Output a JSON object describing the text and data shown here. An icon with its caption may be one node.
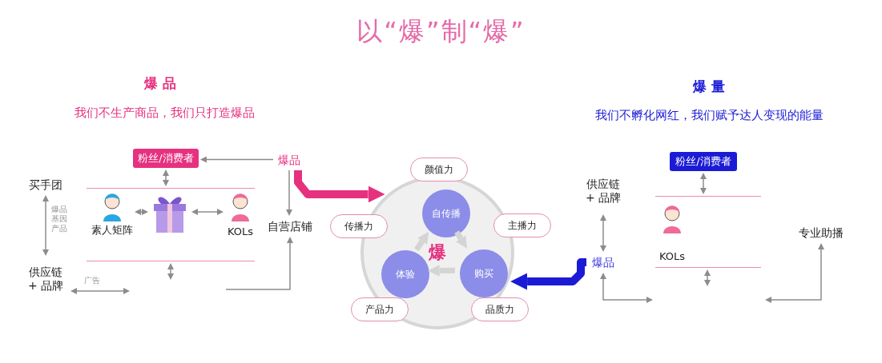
{
  "diagram": {
    "title": "以“爆”制“爆”",
    "nodes": [
      {
        "text": [
          "粉丝/消费者"
        ]
      },
      {
        "text": [
          "爆品"
        ]
      },
      {
        "text": [
          "买手团"
        ]
      },
      {
        "text": [
          "供应链 + 品牌"
        ]
      },
      {
        "text": [
          "自营店铺"
        ]
      },
      {
        "text": [],
        "shape": "band"
      },
      {
        "text": [
          "素人矩阵"
        ],
        "in": 5
      },
      {
        "text": [],
        "shape": "picture",
        "in": 5
      },
      {
        "text": [
          "KOLs"
        ],
        "in": 5
      },
      {
        "text": [
          "爆"
        ]
      },
      {
        "text": [
          "自传播"
        ],
        "in": 9
      },
      {
        "text": [
          "体验"
        ],
        "in": 9
      },
      {
        "text": [
          "购买"
        ],
        "in": 9
      },
      {
        "text": [
          "颜值力"
        ]
      },
      {
        "text": [
          "传播力"
        ]
      },
      {
        "text": [
          "主播力"
        ]
      },
      {
        "text": [
          "产品力"
        ]
      },
      {
        "text": [
          "品质力"
        ]
      },
      {
        "text": [
          "粉丝/消费者"
        ]
      },
      {
        "text": [
          "供应链 + 品牌"
        ]
      },
      {
        "text": [
          "爆品"
        ]
      },
      {
        "text": [],
        "shape": "band"
      },
      {
        "text": [
          "KOLs"
        ],
        "in": 21
      },
      {
        "text": [
          "专业助播"
        ]
      }
    ],
    "edges": [
      {
        "from": 1,
        "to": 0,
        "arrow": "to"
      },
      {
        "from": 1,
        "to": 4,
        "arrow": "to"
      },
      {
        "from": 0,
        "to": 5,
        "arrow": "both"
      },
      {
        "from": 6,
        "to": 7,
        "arrow": "both"
      },
      {
        "from": 7,
        "to": 8,
        "arrow": "both"
      },
      {
        "from": 2,
        "to": 3,
        "arrow": "both",
        "label": "爆品基因产品"
      },
      {
        "from": 3,
        "to": null,
        "arrow": "both",
        "label": "广告"
      },
      {
        "from": 5,
        "to": null,
        "arrow": "both"
      },
      {
        "from": null,
        "to": 4,
        "arrow": "to"
      },
      {
        "from": 1,
        "to": 9,
        "arrow": "to",
        "style": "thick",
        "color": "#e6317f"
      },
      {
        "from": 20,
        "to": 9,
        "arrow": "to",
        "style": "thick",
        "color": "#1b1bd6"
      },
      {
        "from": 10,
        "to": 12,
        "arrow": "to",
        "style": "thick",
        "color": "#d4d4d4"
      },
      {
        "from": 12,
        "to": 11,
        "arrow": "to",
        "style": "thick",
        "color": "#d4d4d4"
      },
      {
        "from": 11,
        "to": 10,
        "arrow": "to",
        "style": "thick",
        "color": "#d4d4d4"
      },
      {
        "from": 18,
        "to": 21,
        "arrow": "both"
      },
      {
        "from": 21,
        "to": null,
        "arrow": "both"
      },
      {
        "from": 19,
        "to": 20,
        "arrow": "both"
      },
      {
        "from": 20,
        "to": null,
        "arrow": "both"
      },
      {
        "from": 23,
        "to": null,
        "arrow": "both"
      }
    ],
    "labels": [
      "爆 品",
      "我们不生产商品，我们只打造爆品",
      "爆 量",
      "我们不孵化网红，我们赋予达人变现的能量"
    ]
  }
}
